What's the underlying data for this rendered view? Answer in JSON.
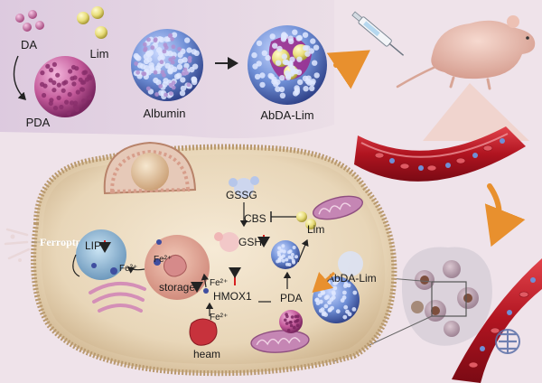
{
  "labels": {
    "da": "DA",
    "lim_top": "Lim",
    "pda_top": "PDA",
    "albumin": "Albumin",
    "abda_lim_top": "AbDA-Lim",
    "gssg": "GSSG",
    "cbs": "CBS",
    "lim_cell": "Lim",
    "gsh": "GSH",
    "ferroptosis": "Ferroptpsis",
    "lip": "LIP",
    "fe_lip": "Fe²⁺",
    "fe_storage": "Fe²⁺",
    "storage": "storage",
    "fe_hmox": "Fe²⁺",
    "hmox1": "HMOX1",
    "fe_heam": "Fe²⁺",
    "heam": "heam",
    "pda_cell": "PDA",
    "abda_lim_cell": "AbDA-Lim"
  },
  "colors": {
    "background": "#efe3ea",
    "pda": "#c45a9a",
    "lim": "#e8dd7a",
    "albumin": "#6f8fd6",
    "vessel": "#b01420",
    "arrow_orange": "#e8902e",
    "up_arrow": "#d62020",
    "cell_body": "#e8d6b8"
  }
}
